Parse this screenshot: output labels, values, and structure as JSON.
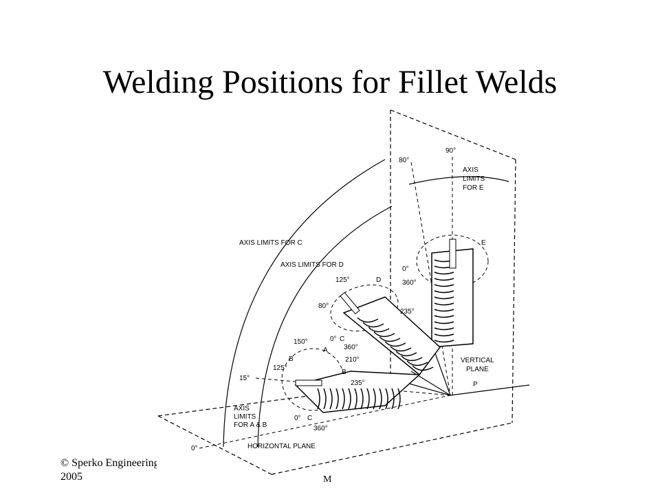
{
  "slide": {
    "title": "Welding Positions for Fillet Welds",
    "footer_left_line1": "© Sperko Engineering",
    "footer_left_line2": "2005",
    "footer_center": "M"
  },
  "diagram": {
    "angle_labels": {
      "e_top": "90°",
      "e_80": "80°",
      "e_0": "0°",
      "e_360": "360°",
      "d_125": "125°",
      "d_80": "80°",
      "d_235": "235°",
      "c_0": "0°",
      "c_360": "360°",
      "ab_150": "150°",
      "ab_125": "125°",
      "ab_210": "210°",
      "ab_235": "235°",
      "ab_15": "15°",
      "ab_0": "0°",
      "ab_360": "360°",
      "base_0": "0°"
    },
    "letters": {
      "e": "E",
      "d": "D",
      "c1": "C",
      "c2": "C",
      "a": "A",
      "b1": "B",
      "b2": "B",
      "p": "P"
    },
    "text": {
      "axis_e_1": "AXIS",
      "axis_e_2": "LIMITS",
      "axis_e_3": "FOR E",
      "axis_c": "AXIS LIMITS FOR C",
      "axis_d": "AXIS LIMITS FOR D",
      "axis_ab_1": "AXIS",
      "axis_ab_2": "LIMITS",
      "axis_ab_3": "FOR A & B",
      "vertical_plane_1": "VERTICAL",
      "vertical_plane_2": "PLANE",
      "horizontal_plane": "HORIZONTAL PLANE"
    }
  }
}
